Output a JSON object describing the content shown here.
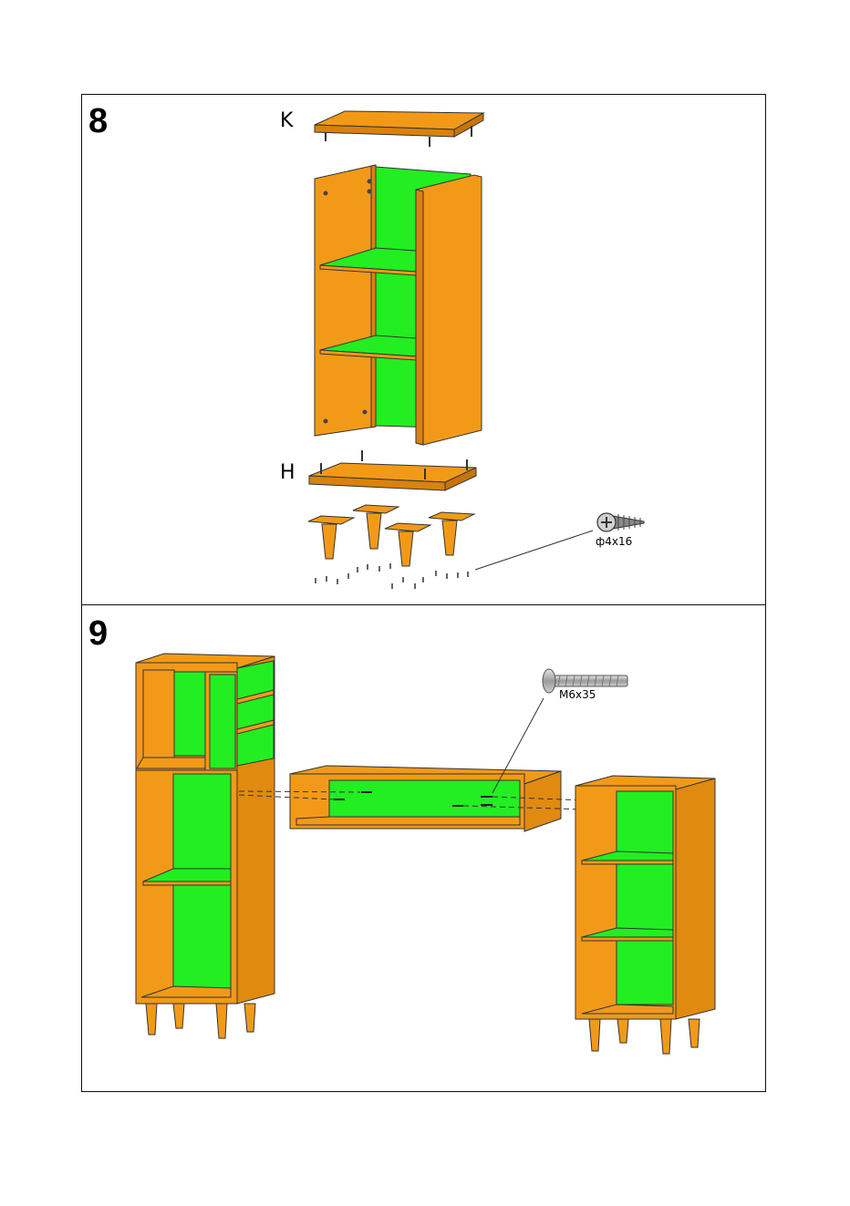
{
  "steps": [
    {
      "number": "8",
      "parts": {
        "top_panel": "K",
        "bottom_panel": "H"
      },
      "hardware": {
        "label": "ф4х16",
        "icon": "screw-icon"
      }
    },
    {
      "number": "9",
      "hardware": {
        "label": "M6x35",
        "icon": "bolt-icon"
      }
    }
  ],
  "colors": {
    "panel": "#f29a18",
    "panel_dark": "#e08a10",
    "back": "#22ee22",
    "line": "#333333"
  }
}
